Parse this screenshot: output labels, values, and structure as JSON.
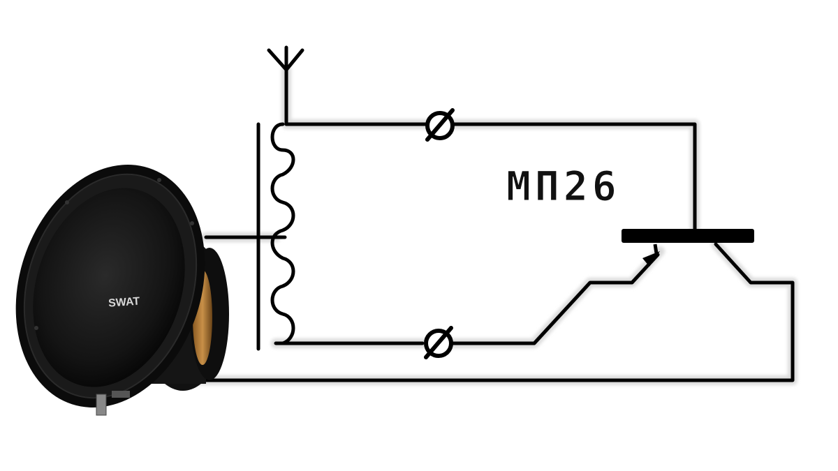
{
  "diagram": {
    "transistor_label": "МП26",
    "speaker_brand": "SWAT"
  },
  "colors": {
    "wire": "#000000",
    "halo": "#ffffff",
    "speaker_body": "#161616",
    "speaker_rim": "#0b0b0b",
    "speaker_cone": "#1e1e1e",
    "speaker_magnet": "#b07a34"
  },
  "components": [
    "antenna",
    "coil",
    "capacitor-top",
    "capacitor-bottom",
    "transistor",
    "loudspeaker"
  ]
}
